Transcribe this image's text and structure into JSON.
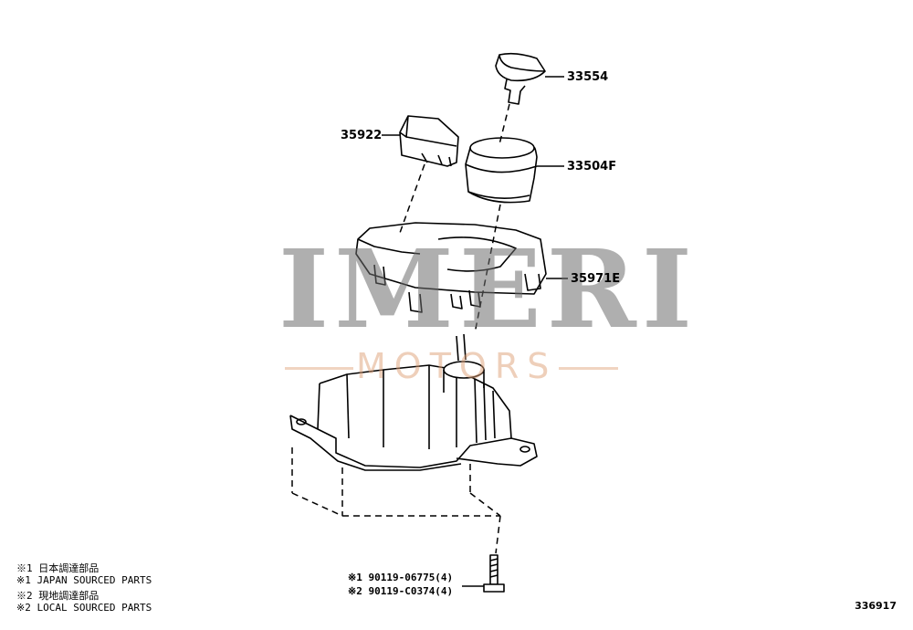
{
  "parts": {
    "knob": "33554",
    "boot": "33504F",
    "bracket": "35922",
    "housing": "35971E"
  },
  "fasteners": {
    "japan": "※1  90119-06775(4)",
    "local": "※2  90119-C0374(4)"
  },
  "notes": [
    "※1 日本調達部品",
    "※1 JAPAN SOURCED PARTS",
    "※2 現地調達部品",
    "※2 LOCAL SOURCED PARTS"
  ],
  "figure_number": "336917",
  "watermark": {
    "brand": "IMERI",
    "sub": "MOTORS"
  }
}
